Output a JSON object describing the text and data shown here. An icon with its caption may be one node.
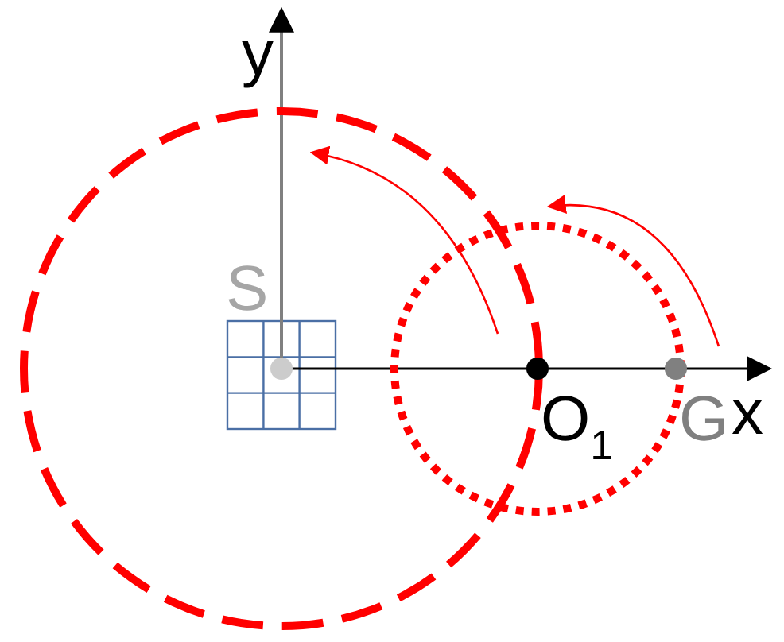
{
  "diagram": {
    "labels": [
      "y",
      "S",
      "O$_{1}$",
      "G",
      "x"
    ]
  }
}
